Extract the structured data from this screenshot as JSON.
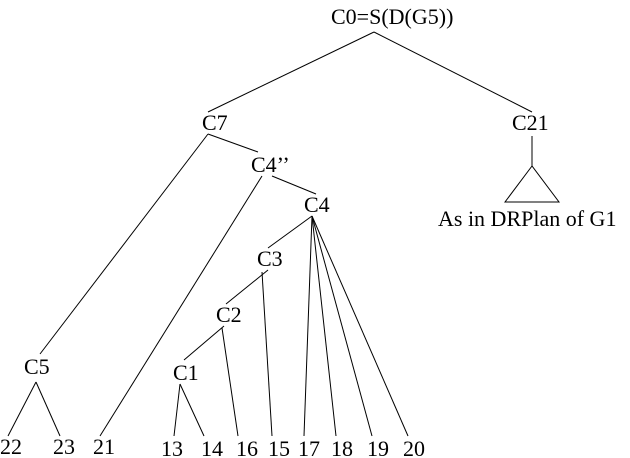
{
  "nodes": {
    "c0": "C0=S(D(G5))",
    "c7": "C7",
    "c21": "C21",
    "c4pp": "C4’’",
    "c4": "C4",
    "c3": "C3",
    "c2": "C2",
    "c1": "C1",
    "c5": "C5",
    "drplan_note": "As in DRPlan of G1"
  },
  "leaves": {
    "l22": "22",
    "l23": "23",
    "l21": "21",
    "l13": "13",
    "l14": "14",
    "l16": "16",
    "l15": "15",
    "l17": "17",
    "l18": "18",
    "l19": "19",
    "l20": "20"
  }
}
